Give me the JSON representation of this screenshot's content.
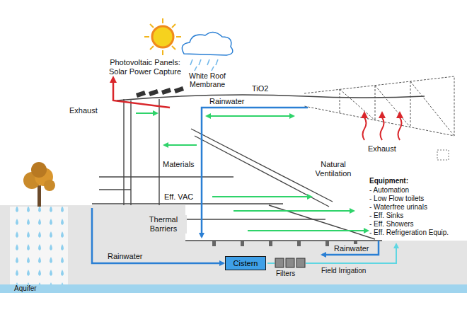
{
  "diagram": {
    "nodes": [
      {
        "text": [
          "Cistern"
        ]
      }
    ],
    "labels": [
      "Photovoltaic Panels: Solar Power Capture",
      "White Roof Membrane",
      "TiO2",
      "Exhaust",
      "Rainwater",
      "Exhaust",
      "Materials",
      "Natural Ventilation",
      "Eff. VAC",
      "Thermal Barriers",
      "Rainwater",
      "Rainwater",
      "Filters",
      "Field Irrigation",
      "Aquifer",
      "Equipment:",
      "- Automation",
      "- Low Flow toilets",
      "- Waterfree urinals",
      "- Eff. Sinks",
      "- Eff. Showers",
      "- Eff. Refrigeration Equip."
    ]
  }
}
